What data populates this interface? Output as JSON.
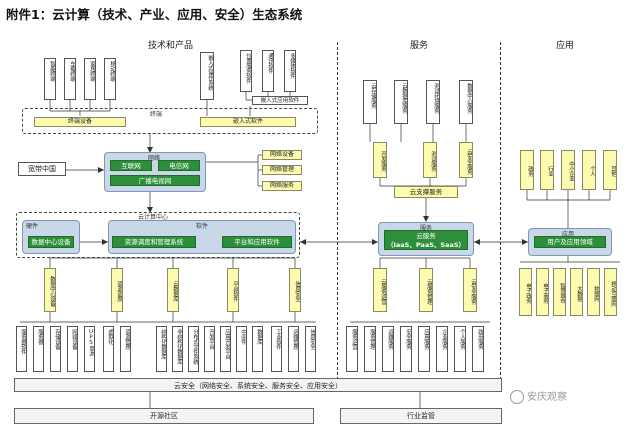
{
  "title": "附件1：云计算（技术、产业、应用、安全）生态系统",
  "sections": {
    "tech": "技术和产品",
    "service": "服务",
    "app": "应用"
  },
  "tech": {
    "terminal_small": [
      "智能终端",
      "车载终端",
      "家居终端",
      "移动终端"
    ],
    "embedded_small": [
      "嵌入式操作系统"
    ],
    "embedded_right": [
      "位置服务软件",
      "通讯软件",
      "多媒体软件"
    ],
    "embedded_label": "嵌入式应用软件",
    "terminal_area": "终端",
    "terminal_device": "终端设备",
    "embedded_software": "嵌入式软件",
    "broadband": "宽带中国",
    "network_title": "网络",
    "internet": "互联网",
    "telecom": "电信网",
    "catv": "广播电视网",
    "net_right": [
      "网络设备",
      "网络管理",
      "网络服务"
    ],
    "cc_title": "云计算中心",
    "hw_title": "硬件",
    "sw_title": "软件",
    "datacenter_device": "数据中心设备",
    "resource_os": "资源调度和管理系统",
    "platform_sw": "平台和应用软件",
    "mid_col": [
      "数据中心设备",
      "资源调度",
      "云数据库",
      "平台软件",
      "信息安全"
    ],
    "bottom_cols": [
      "服务器软件",
      "服务器",
      "存储设备",
      "网络设备",
      "UPS电源",
      "虚拟化",
      "资源管理",
      "结构化数据库",
      "非结构化数据库",
      "分布式文件系统",
      "开发平台",
      "应用开发平台",
      "中间件",
      "数据库",
      "工业软件",
      "运维管理",
      "信息安全"
    ]
  },
  "service": {
    "top_boxes": [
      "云存储服务",
      "云数据库服务",
      "测试环境服务",
      "数据中心服务"
    ],
    "mid_boxes": [
      "开发服务",
      "测试服务",
      "云安全服务"
    ],
    "support": "云支撑服务",
    "cloud_title": "服务",
    "cloud_service": "云服务",
    "cloud_service_sub": "（IaaS、PaaS、SaaS）",
    "mid_col": [
      "云服务运营",
      "云服务管理",
      "云安全服务"
    ],
    "bottom_cols": [
      "服务运营",
      "服务管理",
      "运维服务",
      "安全服务",
      "应用服务",
      "企业服务",
      "个人服务",
      "政府服务"
    ]
  },
  "app": {
    "top_boxes": [
      "政务",
      "行业",
      "中小企业",
      "个人",
      "其他"
    ],
    "app_title": "应用",
    "user_app": "用户及应用领域",
    "bottom_cols": [
      "电子政务",
      "电子商务",
      "智慧城市",
      "大数据",
      "物联网",
      "移动互联网"
    ]
  },
  "cloud_security": "云安全（网络安全、系统安全、服务安全、应用安全）",
  "open_community": "开源社区",
  "industry_reg": "行业监管",
  "watermark": "安庆观察"
}
